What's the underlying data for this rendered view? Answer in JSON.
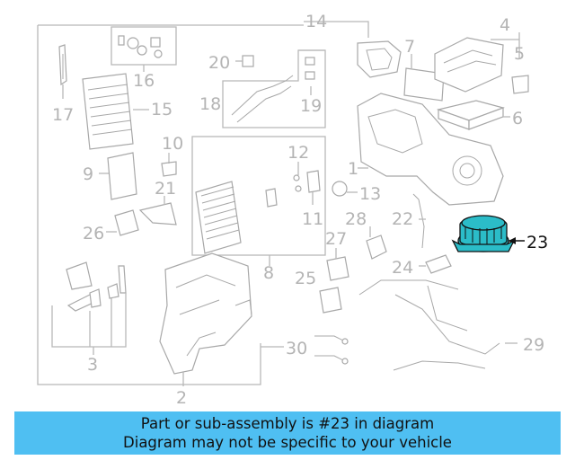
{
  "callouts": {
    "c1": "1",
    "c2": "2",
    "c3": "3",
    "c4": "4",
    "c5": "5",
    "c6": "6",
    "c7": "7",
    "c8": "8",
    "c9": "9",
    "c10": "10",
    "c11": "11",
    "c12": "12",
    "c13": "13",
    "c14": "14",
    "c15": "15",
    "c16": "16",
    "c17": "17",
    "c18": "18",
    "c19": "19",
    "c20": "20",
    "c21": "21",
    "c22": "22",
    "c23": "23",
    "c24": "24",
    "c25": "25",
    "c26": "26",
    "c27": "27",
    "c28": "28",
    "c29": "29",
    "c30": "30"
  },
  "highlight": {
    "part_number": "23",
    "color": "#2bbcc8"
  },
  "banner": {
    "line1": "Part or sub-assembly is #23 in diagram",
    "line2": "Diagram may not be specific to your vehicle",
    "color": "#4fbff2"
  }
}
